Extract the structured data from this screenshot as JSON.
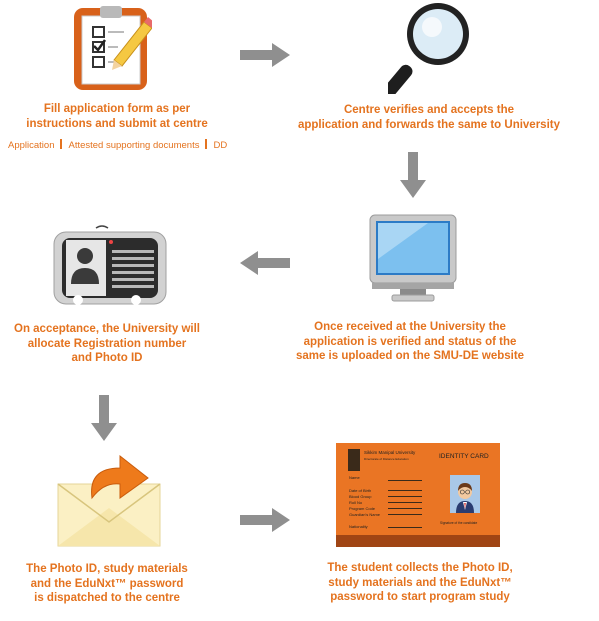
{
  "steps": [
    {
      "caption": "Fill application form as per\ninstructions and submit at centre"
    },
    {
      "caption": "Centre verifies and accepts the\napplication and forwards the same to University"
    },
    {
      "caption": "Once received at the University the\napplication is verified and status of the\nsame is uploaded on the SMU-DE website"
    },
    {
      "caption": "On acceptance, the University will\nallocate Registration number\nand Photo ID"
    },
    {
      "caption": "The Photo ID, study materials\nand the EduNxt™ password\nis dispatched to the centre"
    },
    {
      "caption": "The student collects the Photo ID,\nstudy materials and the EduNxt™\npassword to start program study"
    }
  ],
  "documents": [
    "Application",
    "Attested supporting documents",
    "DD"
  ],
  "id_card": {
    "university": "Sikkim Manipal University",
    "subtitle": "Directorate of Distance Education",
    "title": "IDENTITY CARD",
    "fields": [
      "Name",
      "Date of Birth",
      "Blood Group",
      "Roll No",
      "Program Code",
      "Guardian's Name",
      "Nationality"
    ],
    "signature": "Signature of the candidate"
  },
  "colors": {
    "accent": "#e4731f",
    "arrow": "#8f8f8f"
  }
}
